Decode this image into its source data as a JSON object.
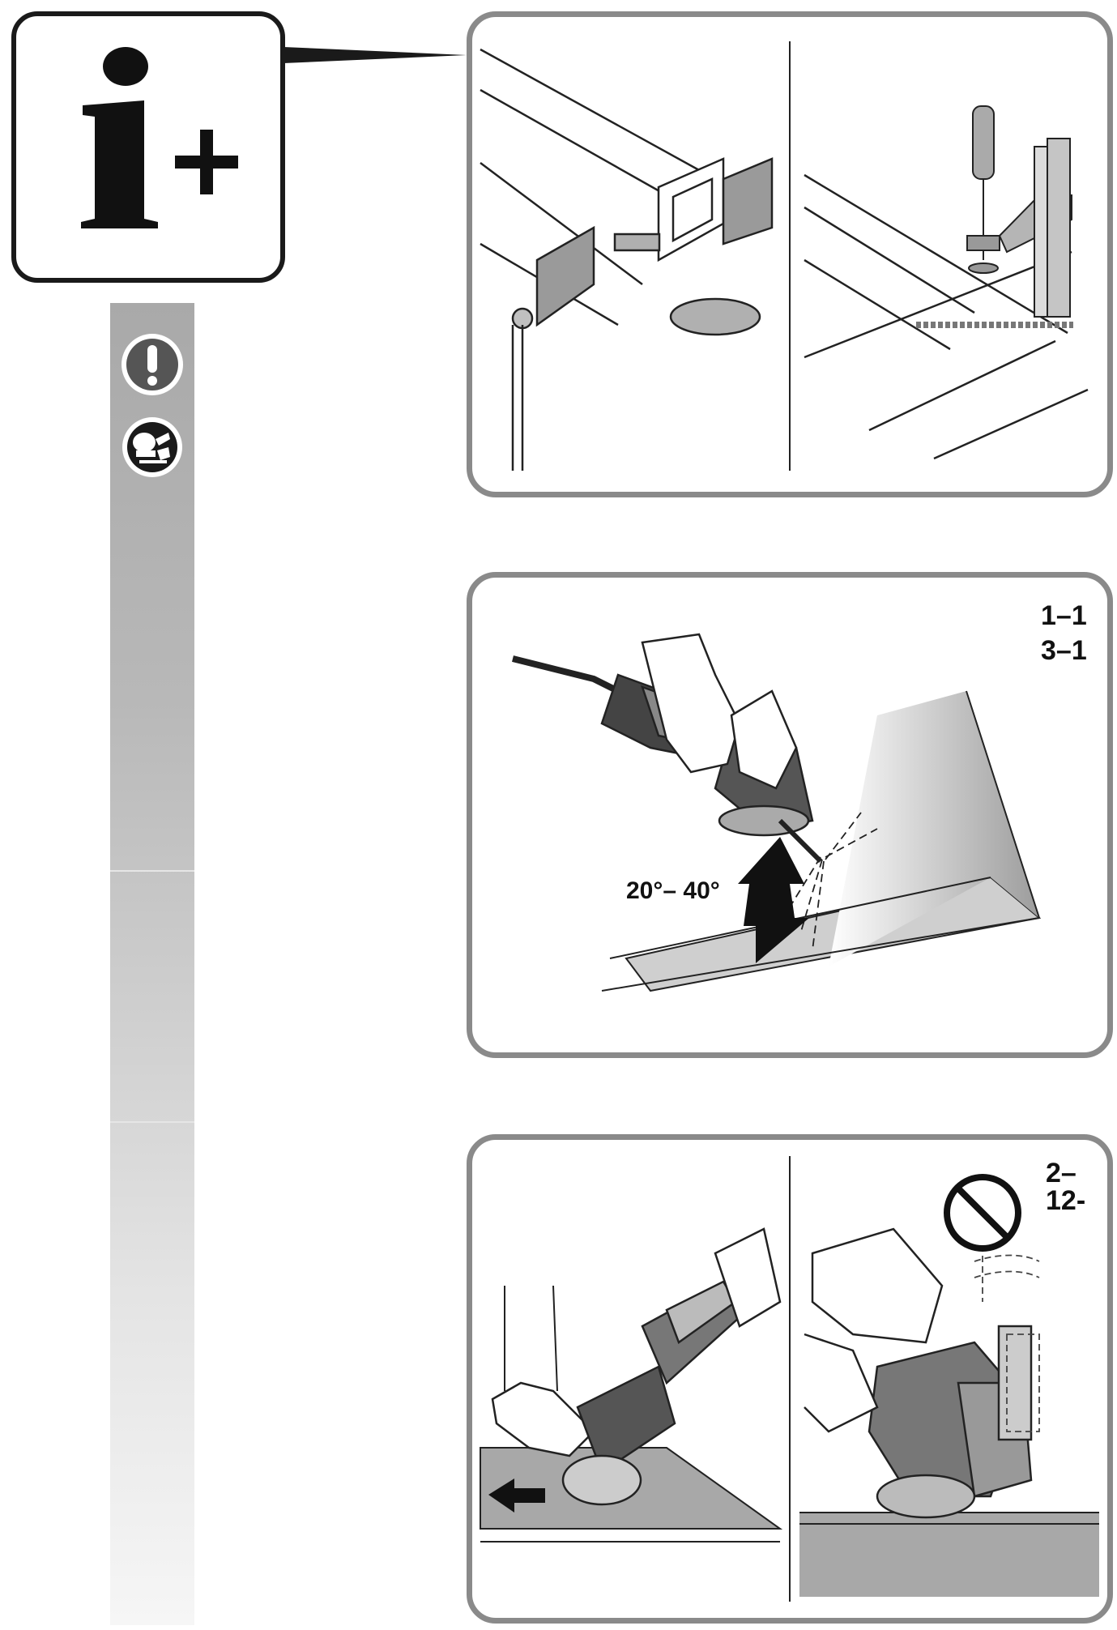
{
  "badge": {
    "icon": "info-plus-icon"
  },
  "side_strip": {
    "icons": [
      "warning-exclamation-icon",
      "protective-gear-icon"
    ]
  },
  "panel_1": {
    "illustration": "workpiece-clamping-vise-and-clamp"
  },
  "panel_2": {
    "ref_lines": [
      "1–1",
      "3–1"
    ],
    "angle_label": "20°– 40°",
    "illustration": "grinder-angle-on-workpiece"
  },
  "panel_3": {
    "ref_label": "2–12-",
    "illustration": "grinder-direction-and-no-tilt",
    "icons": [
      "left-arrow-icon",
      "prohibited-icon"
    ]
  },
  "colors": {
    "frame": "#8a8a8a",
    "badge_border": "#1a1a1a",
    "strip_top": "#a9a9a9",
    "strip_bottom": "#f6f6f6"
  }
}
